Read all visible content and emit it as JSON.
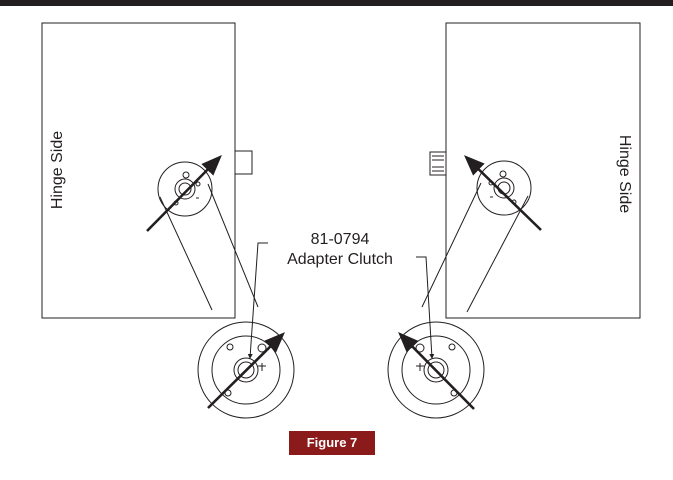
{
  "labels": {
    "left_side": "Hinge Side",
    "right_side": "Hinge Side",
    "part_number": "81-0794",
    "part_name": "Adapter Clutch",
    "figure": "Figure 7"
  },
  "colors": {
    "top_bar": "#231f20",
    "line": "#231f20",
    "figure_label_bg": "#8b1a1a",
    "figure_label_text": "#ffffff"
  },
  "icons": [
    "arrow-icon"
  ]
}
